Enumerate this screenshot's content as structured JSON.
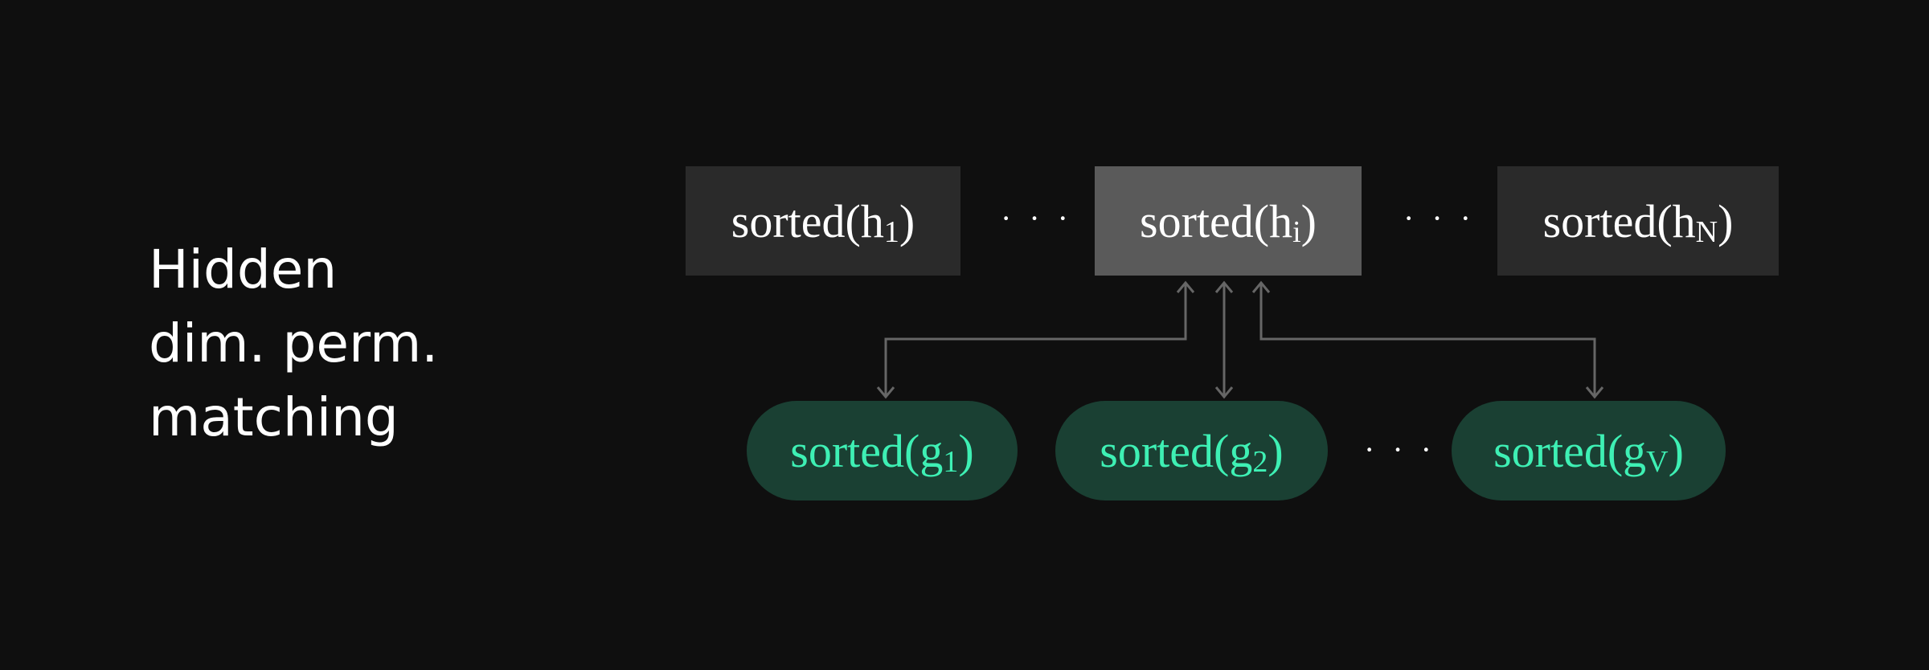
{
  "label": {
    "lines": [
      "Hidden",
      "dim. perm.",
      "matching"
    ]
  },
  "hidden_nodes": [
    {
      "text": "sorted(h",
      "sub": "1",
      "close": ")"
    },
    {
      "text": "sorted(h",
      "sub": "i",
      "close": ")"
    },
    {
      "text": "sorted(h",
      "sub": "N",
      "close": ")"
    }
  ],
  "group_nodes": [
    {
      "text": "sorted(g",
      "sub": "1",
      "close": ")"
    },
    {
      "text": "sorted(g",
      "sub": "2",
      "close": ")"
    },
    {
      "text": "sorted(g",
      "sub": "V",
      "close": ")"
    }
  ],
  "ellipsis": "· · ·",
  "colors": {
    "background": "#0f0f0f",
    "box": "#2a2a2a",
    "box_highlight": "#5a5a5a",
    "pill": "#1a4033",
    "pill_text": "#3ef0b4",
    "arrow": "#666666"
  }
}
